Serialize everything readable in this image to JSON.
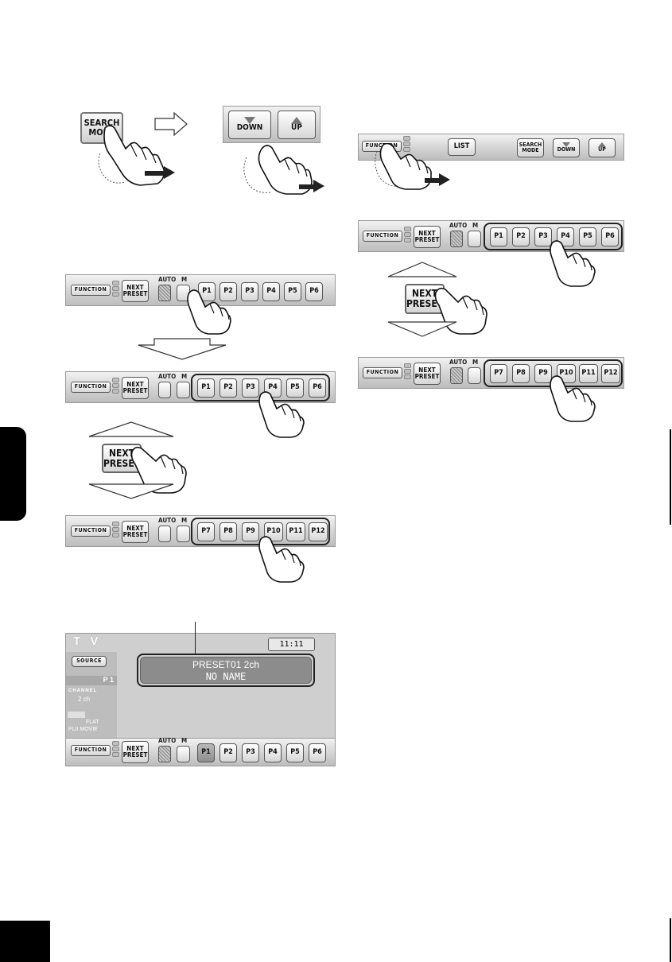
{
  "buttons": {
    "search_mode": "SEARCH MODE",
    "down": "DOWN",
    "up": "UP",
    "function": "FUNCTION",
    "list": "LIST",
    "next_preset": "NEXT PRESET",
    "auto": "AUTO",
    "m": "M"
  },
  "presets_a": [
    "P1",
    "P2",
    "P3",
    "P4",
    "P5",
    "P6"
  ],
  "presets_b": [
    "P7",
    "P8",
    "P9",
    "P10",
    "P11",
    "P12"
  ],
  "tv_screen": {
    "source_name": "T V",
    "clock": "11:11",
    "source_button": "SOURCE",
    "preset_indicator": "P  1",
    "channel_label": "CHANNEL",
    "channel_value": "2 ch",
    "sound_mode": "FLAT",
    "surround_mode": "PLII MOVIE",
    "display_line1": "PRESET01  2ch",
    "display_line2": "NO NAME"
  },
  "colors": {
    "page_tab": "#000000",
    "panel_bar": "#cfcfcf",
    "outline": "#222222"
  }
}
